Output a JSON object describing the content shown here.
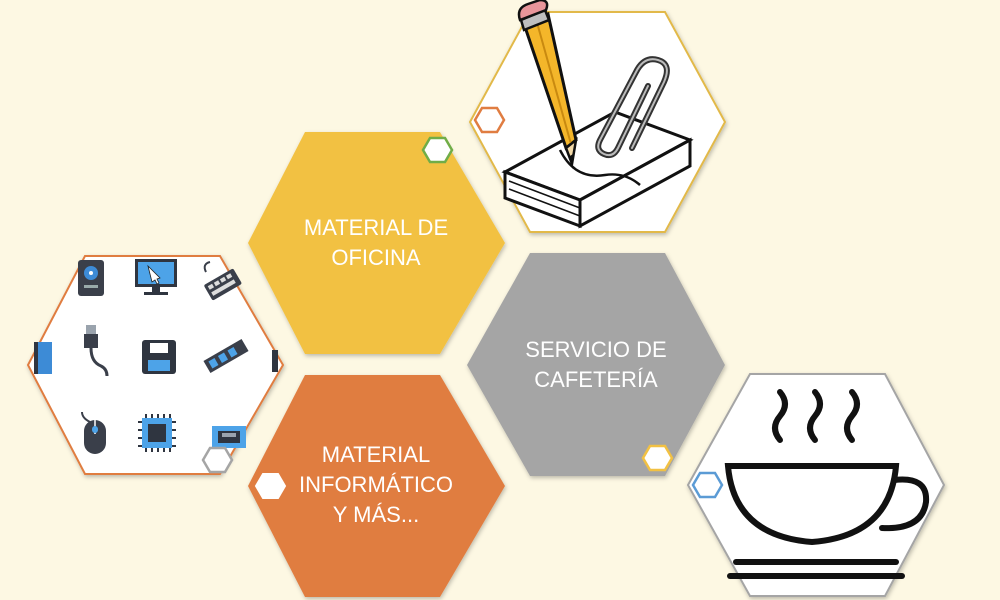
{
  "segments": {
    "office": {
      "line1": "MATERIAL DE",
      "line2": "OFICINA",
      "color": "#f2c143"
    },
    "cafe": {
      "line1": "SERVICIO DE",
      "line2": "CAFETERÍA",
      "color": "#a5a5a5"
    },
    "it": {
      "line1": "MATERIAL",
      "line2": "INFORMÁTICO",
      "line3": "Y MÁS...",
      "color": "#e07d41"
    }
  },
  "images": {
    "office": "pencil-notepad-paperclip-icon",
    "cafe": "coffee-cup-icon",
    "it": "computer-components-icon"
  }
}
